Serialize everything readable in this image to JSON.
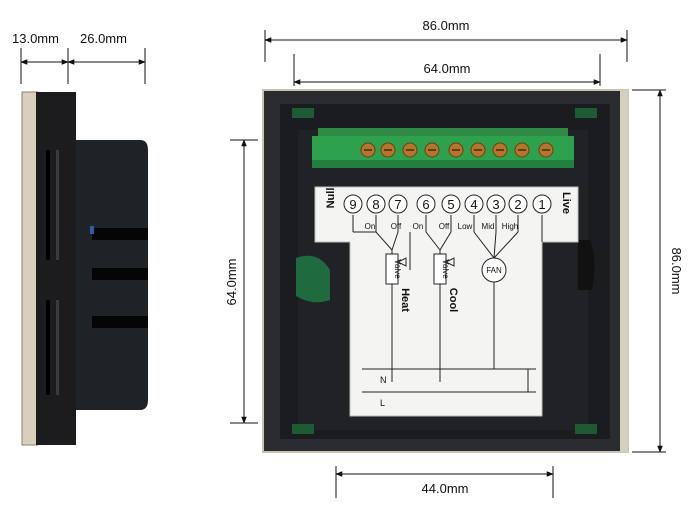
{
  "dimensions": {
    "side_front_depth": "13.0mm",
    "side_back_depth": "26.0mm",
    "overall_width": "86.0mm",
    "plate_width": "64.0mm",
    "plate_height": "64.0mm",
    "overall_height": "86.0mm",
    "label_width": "44.0mm"
  },
  "terminals": {
    "numbers": [
      "9",
      "8",
      "7",
      "6",
      "5",
      "4",
      "3",
      "2",
      "1"
    ],
    "null_label": "Null",
    "live_label": "Live"
  },
  "wiring": {
    "heat_on": "On",
    "heat_off": "Off",
    "cool_on": "On",
    "cool_off": "Off",
    "fan_low": "Low",
    "fan_mid": "Mid",
    "fan_high": "High",
    "valve_label": "Valve",
    "heat_label": "Heat",
    "cool_label": "Cool",
    "fan_label": "FAN",
    "neutral_label": "N",
    "line_label": "L"
  }
}
